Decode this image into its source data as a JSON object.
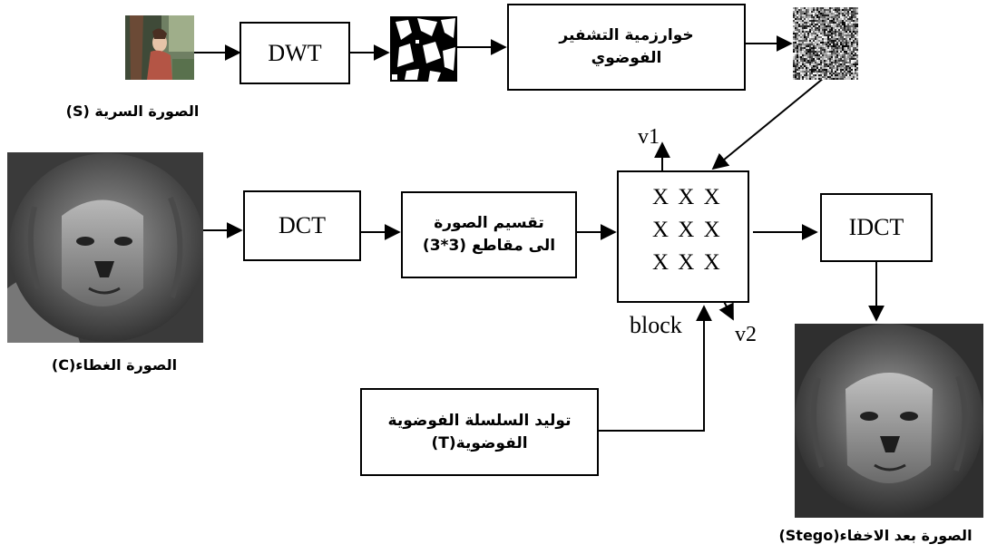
{
  "secret": {
    "caption": "الصورة السرية (S)",
    "icon": "secret-image-photo-icon"
  },
  "dwt": {
    "label": "DWT"
  },
  "encryption": {
    "line1": "خوارزمية التشفير",
    "line2": "الفوضوي"
  },
  "cover": {
    "caption": "الصورة الغطاء(C)",
    "icon": "lion-cover-image-icon"
  },
  "dct": {
    "label": "DCT"
  },
  "split": {
    "line1": "تقسيم الصورة",
    "line2": "الى مقاطع (3*3)"
  },
  "block": {
    "rows": [
      "XXX",
      "XXX",
      "XXX"
    ],
    "v1": "v1",
    "v2": "v2",
    "label": "block"
  },
  "idct": {
    "label": "IDCT"
  },
  "chaotic_seq": {
    "line1": "توليد السلسلة الفوضوية",
    "line2": "الفوضوية(T)"
  },
  "stego": {
    "caption": "الصورة بعد الاخفاء(Stego)",
    "icon": "lion-stego-image-icon"
  }
}
